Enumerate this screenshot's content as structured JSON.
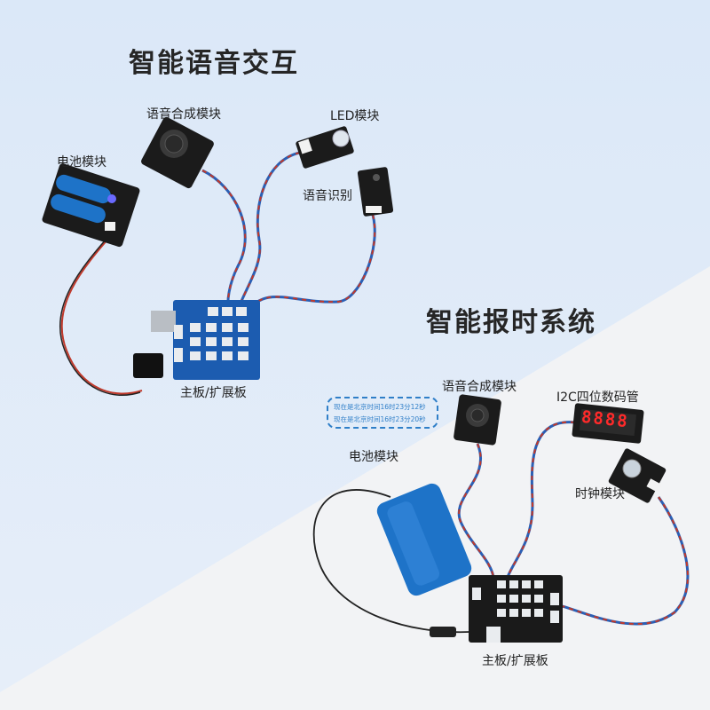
{
  "section1": {
    "title": "智能语音交互",
    "labels": {
      "speech_synth": "语音合成模块",
      "led": "LED模块",
      "battery": "电池模块",
      "speech_recog": "语音识别",
      "mainboard": "主板/扩展板"
    }
  },
  "section2": {
    "title": "智能报时系统",
    "labels": {
      "speech_synth": "语音合成模块",
      "display": "I2C四位数码管",
      "battery": "电池模块",
      "clock": "时钟模块",
      "mainboard": "主板/扩展板"
    },
    "bubble_lines": [
      "现在是北京时间16时23分12秒",
      "现在是北京时间16时23分20秒"
    ],
    "display_digits": "8888"
  },
  "colors": {
    "bg_top": "#dde9f8",
    "bg_bottom": "#f3f4f6",
    "board_blue": "#1c5cb0",
    "bubble": "#2f7fc8"
  }
}
